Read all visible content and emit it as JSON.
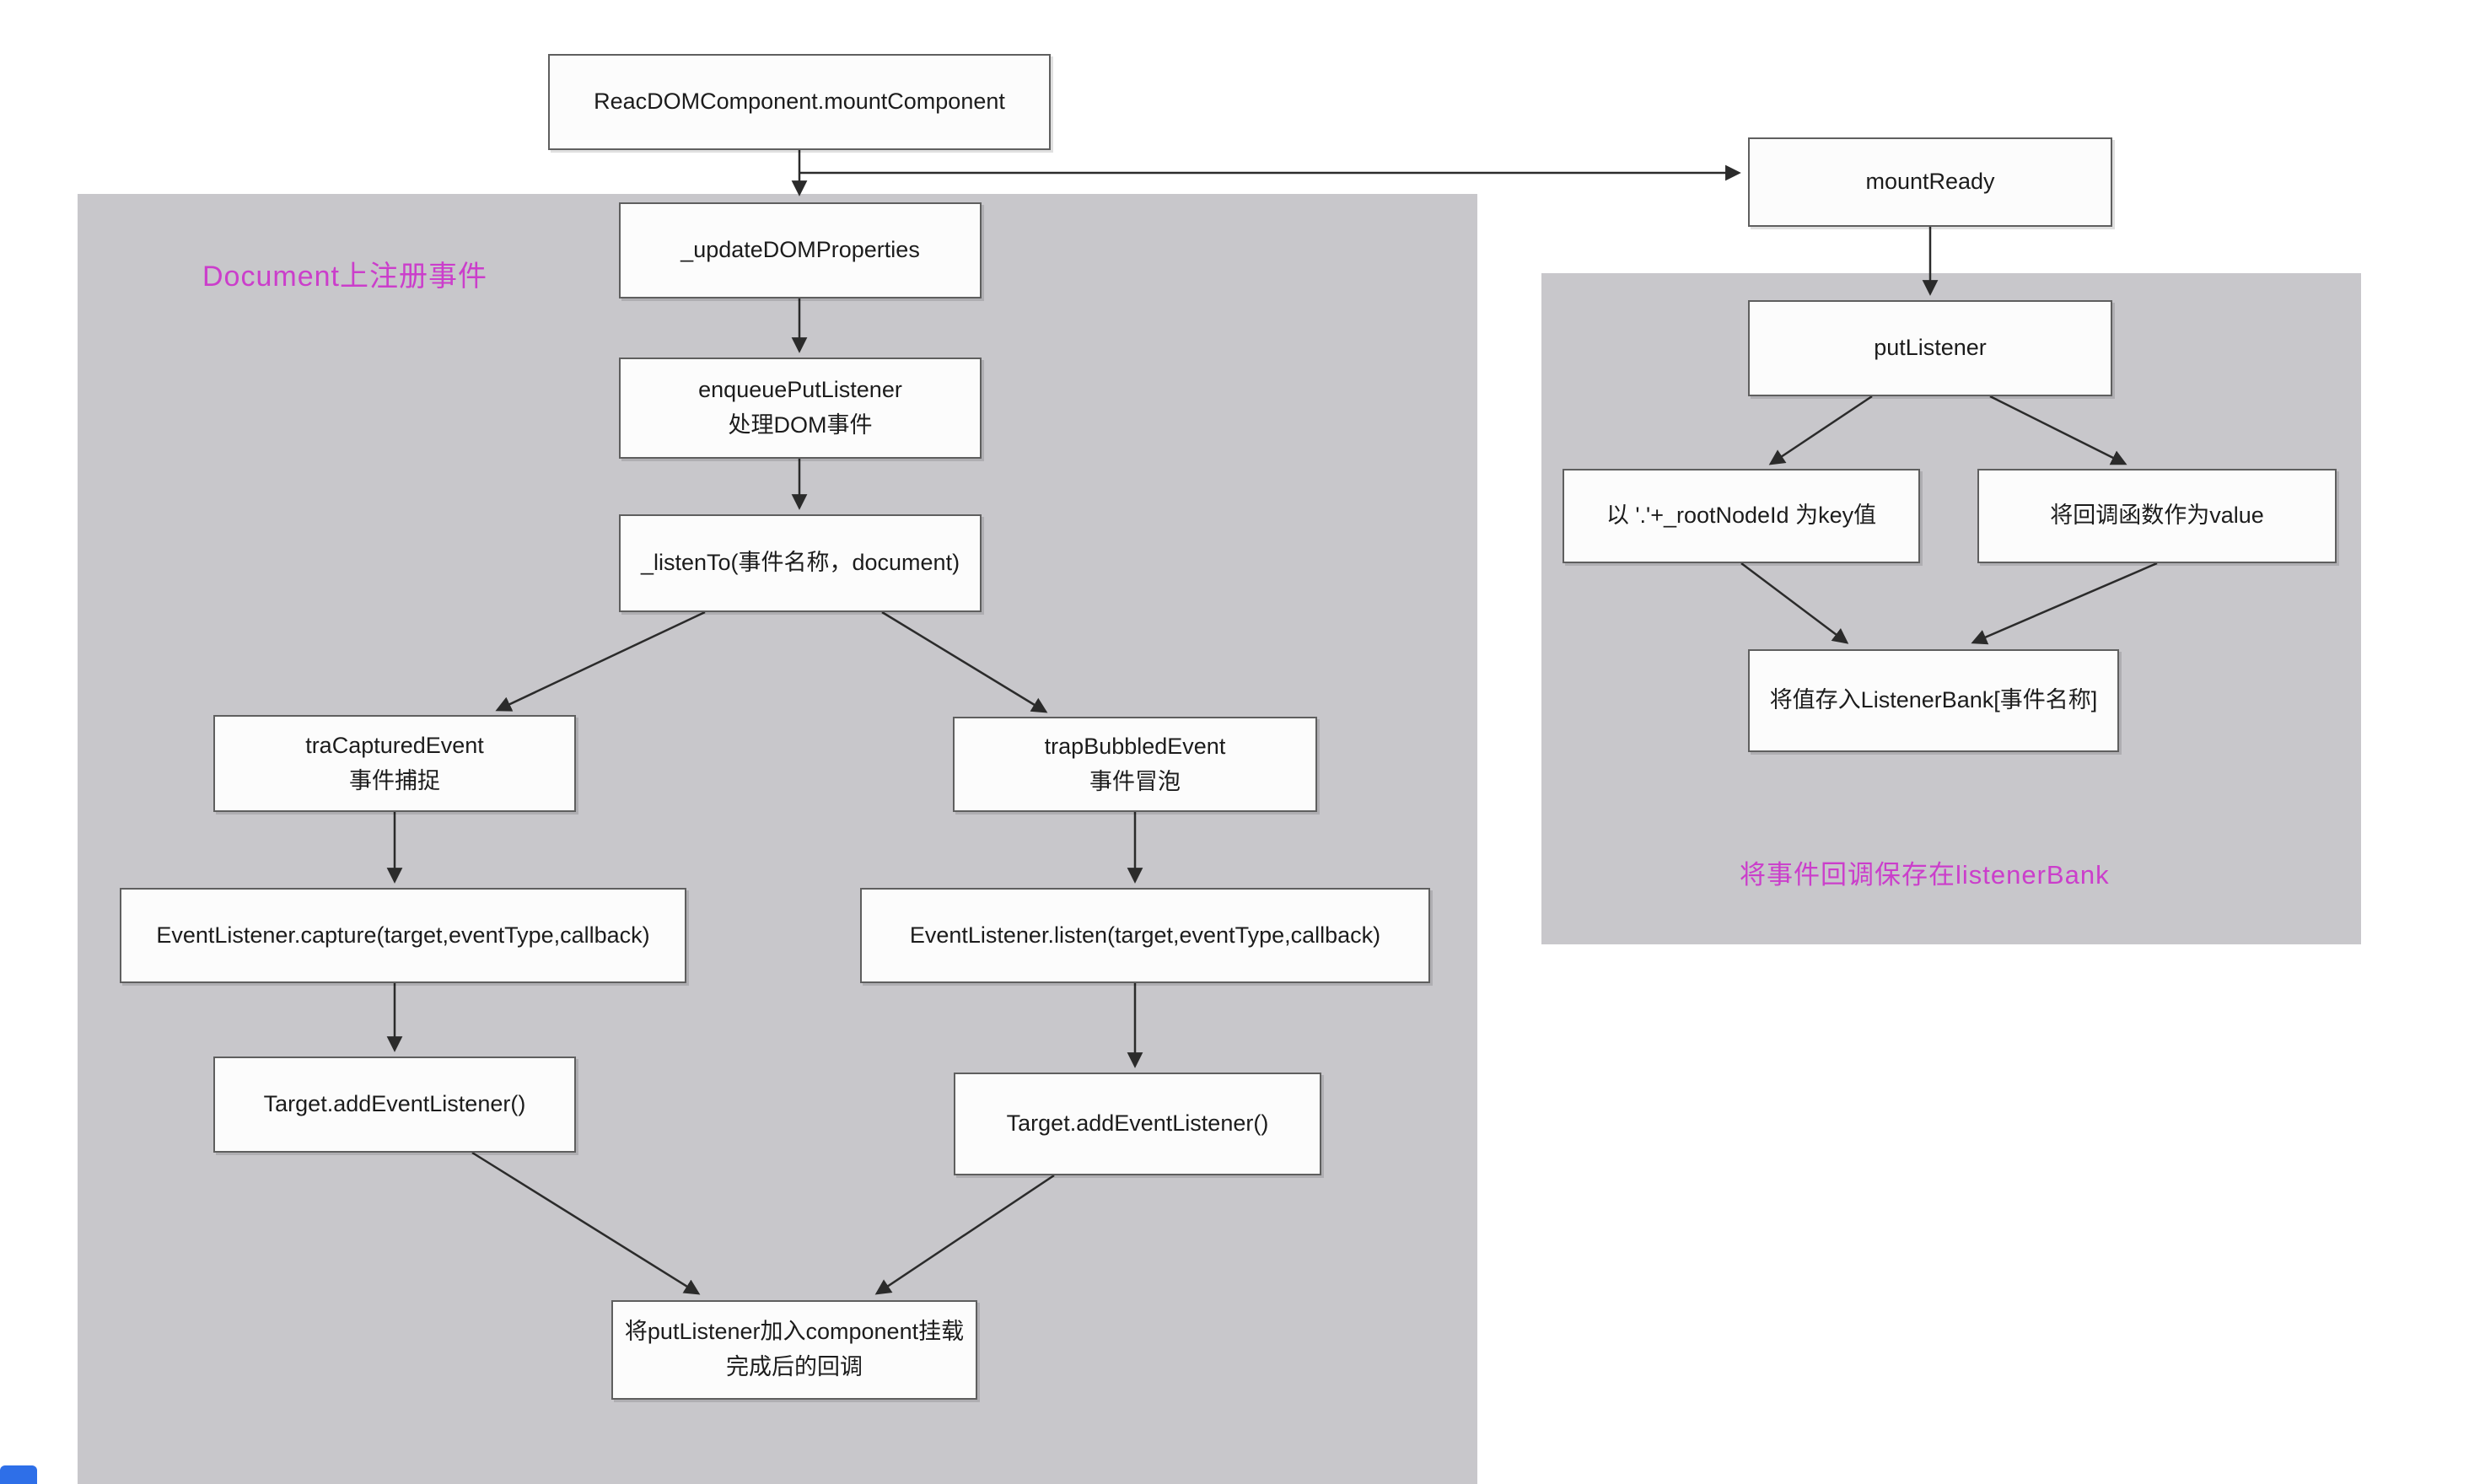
{
  "colors": {
    "page_background": "#ffffff",
    "panel_gray": "#c8c7cb",
    "node_fill": "#fcfcfc",
    "node_border": "#5f5f5f",
    "node_text": "#1c1c1c",
    "accent_magenta": "#cb3ecb",
    "arrow": "#2b2b2b",
    "dock_fragment_blue": "#2e6fe8"
  },
  "panels": {
    "document_panel": {
      "label": "Document上注册事件"
    },
    "listener_bank_panel": {
      "label": "将事件回调保存在listenerBank"
    }
  },
  "nodes": {
    "mount_component": {
      "line1": "ReacDOMComponent.mountComponent"
    },
    "update_dom_properties": {
      "line1": "_updateDOMProperties"
    },
    "enqueue_put_listener": {
      "line1": "enqueuePutListener",
      "line2": "处理DOM事件"
    },
    "listen_to": {
      "line1": "_listenTo(事件名称，document)"
    },
    "tra_captured_event": {
      "line1": "traCapturedEvent",
      "line2": "事件捕捉"
    },
    "trap_bubbled_event": {
      "line1": "trapBubbledEvent",
      "line2": "事件冒泡"
    },
    "event_listener_capture": {
      "line1": "EventListener.capture(target,eventType,callback)"
    },
    "event_listener_listen": {
      "line1": "EventListener.listen(target,eventType,callback)"
    },
    "target_add_event_listener_left": {
      "line1": "Target.addEventListener()"
    },
    "target_add_event_listener_right": {
      "line1": "Target.addEventListener()"
    },
    "put_listener_mount_callback": {
      "line1": "将putListener加入component挂载",
      "line2": "完成后的回调"
    },
    "mount_ready": {
      "line1": "mountReady"
    },
    "put_listener": {
      "line1": "putListener"
    },
    "root_node_key": {
      "line1": "以 '.'+_rootNodeId 为key值"
    },
    "callback_as_value": {
      "line1": "将回调函数作为value"
    },
    "listener_bank_store": {
      "line1": "将值存入ListenerBank[事件名称]"
    }
  },
  "edges": [
    {
      "from": "mount_component",
      "to": "update_dom_properties"
    },
    {
      "from": "mount_component",
      "to": "mount_ready"
    },
    {
      "from": "update_dom_properties",
      "to": "enqueue_put_listener"
    },
    {
      "from": "enqueue_put_listener",
      "to": "listen_to"
    },
    {
      "from": "listen_to",
      "to": "tra_captured_event"
    },
    {
      "from": "listen_to",
      "to": "trap_bubbled_event"
    },
    {
      "from": "tra_captured_event",
      "to": "event_listener_capture"
    },
    {
      "from": "trap_bubbled_event",
      "to": "event_listener_listen"
    },
    {
      "from": "event_listener_capture",
      "to": "target_add_event_listener_left"
    },
    {
      "from": "event_listener_listen",
      "to": "target_add_event_listener_right"
    },
    {
      "from": "target_add_event_listener_left",
      "to": "put_listener_mount_callback"
    },
    {
      "from": "target_add_event_listener_right",
      "to": "put_listener_mount_callback"
    },
    {
      "from": "mount_ready",
      "to": "put_listener"
    },
    {
      "from": "put_listener",
      "to": "root_node_key"
    },
    {
      "from": "put_listener",
      "to": "callback_as_value"
    },
    {
      "from": "root_node_key",
      "to": "listener_bank_store"
    },
    {
      "from": "callback_as_value",
      "to": "listener_bank_store"
    }
  ]
}
